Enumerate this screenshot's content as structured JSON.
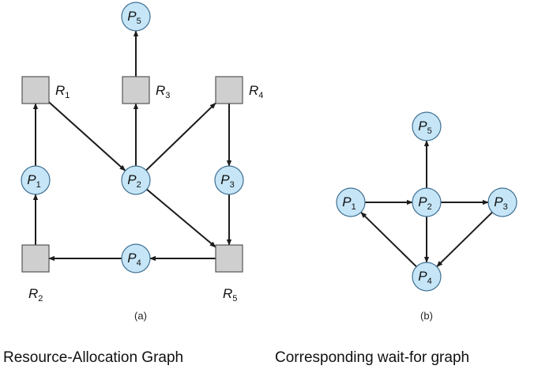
{
  "graph_a": {
    "panel_label": "(a)",
    "caption": "Resource-Allocation Graph",
    "processes": [
      {
        "id": "P1",
        "main": "P",
        "sub": "1"
      },
      {
        "id": "P2",
        "main": "P",
        "sub": "2"
      },
      {
        "id": "P3",
        "main": "P",
        "sub": "3"
      },
      {
        "id": "P4",
        "main": "P",
        "sub": "4"
      },
      {
        "id": "P5",
        "main": "P",
        "sub": "5"
      }
    ],
    "resources": [
      {
        "id": "R1",
        "main": "R",
        "sub": "1"
      },
      {
        "id": "R2",
        "main": "R",
        "sub": "2"
      },
      {
        "id": "R3",
        "main": "R",
        "sub": "3"
      },
      {
        "id": "R4",
        "main": "R",
        "sub": "4"
      },
      {
        "id": "R5",
        "main": "R",
        "sub": "5"
      }
    ],
    "edges": [
      {
        "from": "R1",
        "to": "P2"
      },
      {
        "from": "P1",
        "to": "R1"
      },
      {
        "from": "R2",
        "to": "P1"
      },
      {
        "from": "P2",
        "to": "R3"
      },
      {
        "from": "R3",
        "to": "P5"
      },
      {
        "from": "P2",
        "to": "R4"
      },
      {
        "from": "R4",
        "to": "P3"
      },
      {
        "from": "P2",
        "to": "R5"
      },
      {
        "from": "P3",
        "to": "R5"
      },
      {
        "from": "R5",
        "to": "P4"
      },
      {
        "from": "P4",
        "to": "R2"
      }
    ]
  },
  "graph_b": {
    "panel_label": "(b)",
    "caption": "Corresponding wait-for graph",
    "processes": [
      {
        "id": "P1",
        "main": "P",
        "sub": "1"
      },
      {
        "id": "P2",
        "main": "P",
        "sub": "2"
      },
      {
        "id": "P3",
        "main": "P",
        "sub": "3"
      },
      {
        "id": "P4",
        "main": "P",
        "sub": "4"
      },
      {
        "id": "P5",
        "main": "P",
        "sub": "5"
      }
    ],
    "edges": [
      {
        "from": "P1",
        "to": "P2"
      },
      {
        "from": "P2",
        "to": "P3"
      },
      {
        "from": "P2",
        "to": "P5"
      },
      {
        "from": "P2",
        "to": "P4"
      },
      {
        "from": "P3",
        "to": "P4"
      },
      {
        "from": "P4",
        "to": "P1"
      }
    ]
  }
}
